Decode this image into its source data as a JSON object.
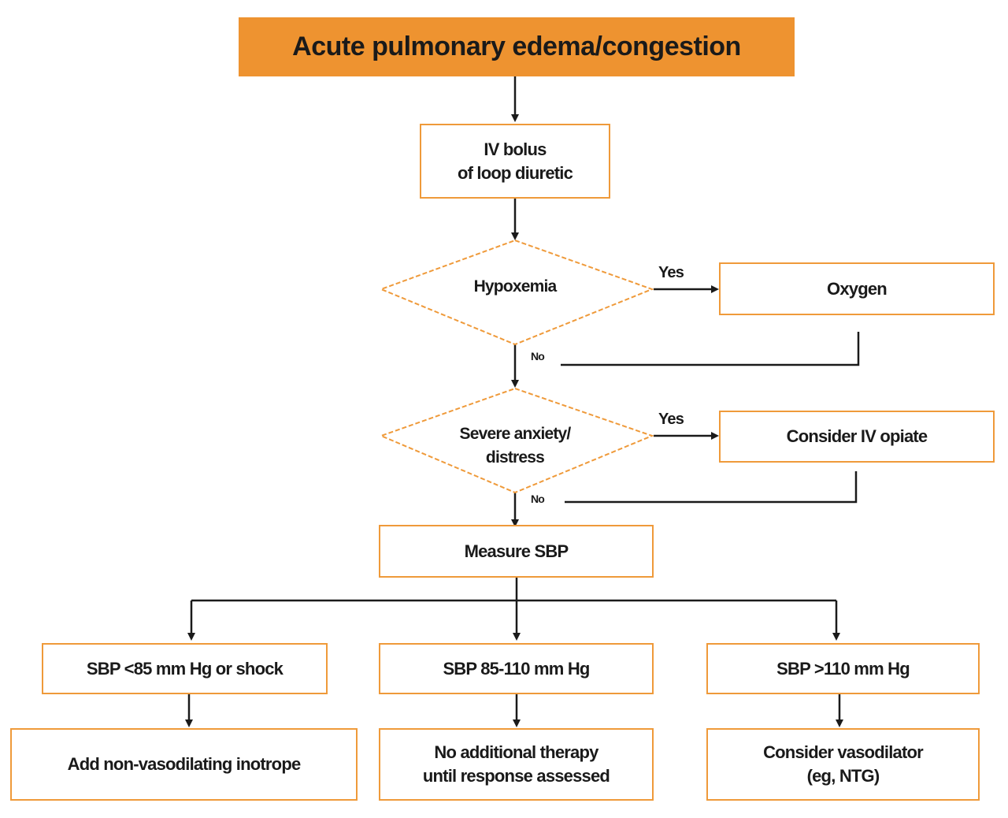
{
  "title": "Acute pulmonary edema/congestion",
  "nodes": {
    "iv_bolus": "IV bolus\nof loop diuretic",
    "hypoxemia": "Hypoxemia",
    "oxygen": "Oxygen",
    "anxiety": "Severe anxiety/\ndistress",
    "opiate": "Consider IV opiate",
    "measure_sbp": "Measure SBP",
    "sbp_low": "SBP <85 mm Hg or shock",
    "sbp_mid": "SBP 85-110 mm Hg",
    "sbp_high": "SBP >110 mm Hg",
    "action_low": "Add non-vasodilating inotrope",
    "action_mid": "No additional therapy\nuntil response assessed",
    "action_high": "Consider vasodilator\n(eg, NTG)"
  },
  "edge_labels": {
    "hypoxemia_yes": "Yes",
    "hypoxemia_no": "No",
    "anxiety_yes": "Yes",
    "anxiety_no": "No"
  },
  "colors": {
    "accent": "#ee9330",
    "border": "#ef9a3a",
    "line": "#1a1a1a"
  }
}
